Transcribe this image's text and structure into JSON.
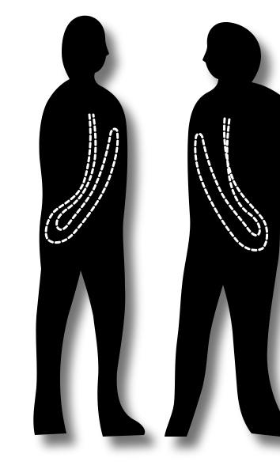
{
  "figures": [
    {
      "name": "left-silhouette",
      "facing": "right",
      "fill": "#000000",
      "shadow": "#9a9a9a"
    },
    {
      "name": "right-silhouette",
      "facing": "left",
      "fill": "#000000",
      "shadow": "#9a9a9a"
    }
  ],
  "outline": {
    "style": "dashed",
    "color": "#ffffff"
  }
}
